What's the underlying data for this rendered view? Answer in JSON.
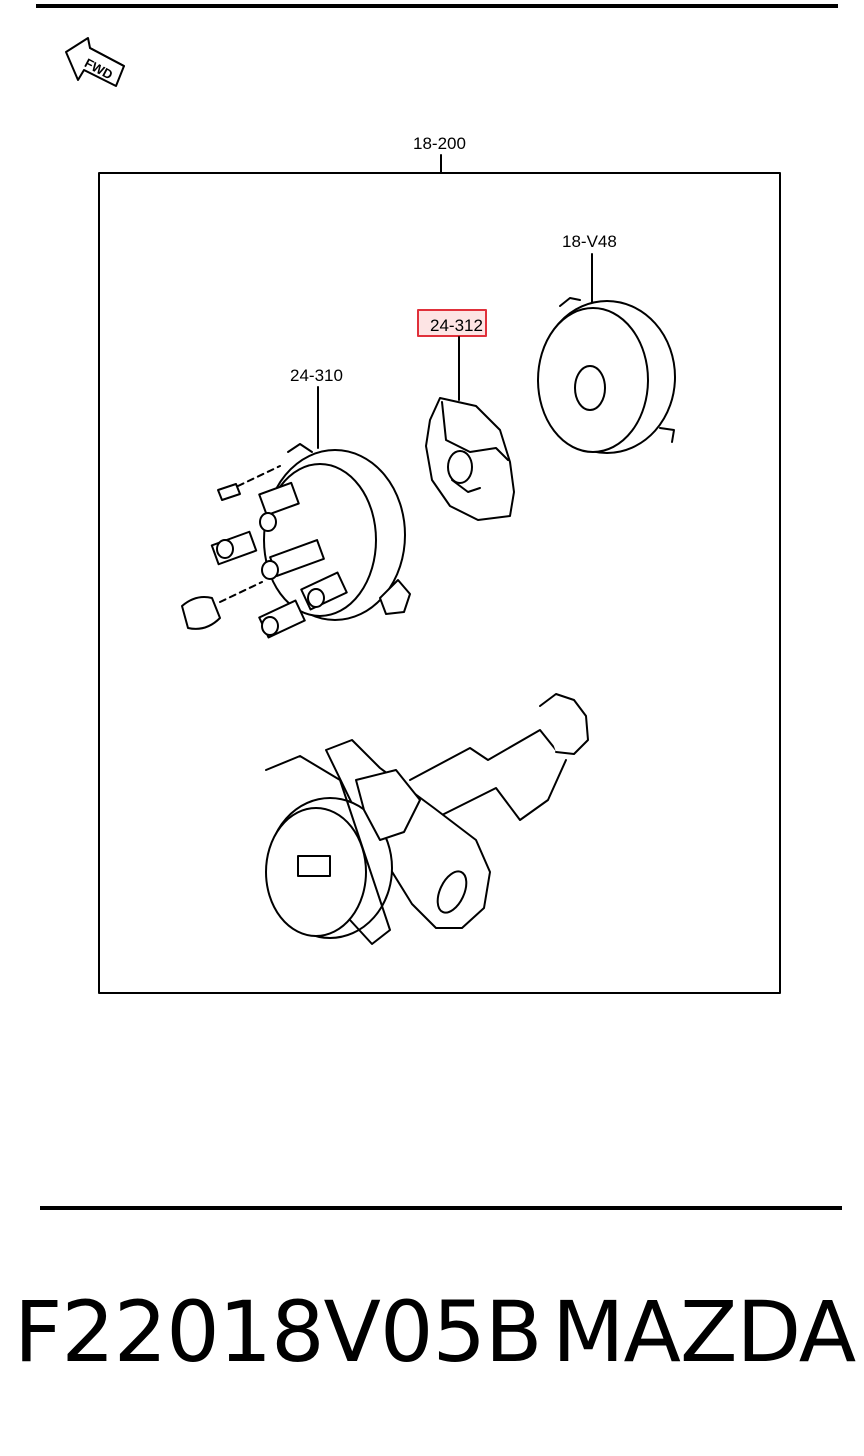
{
  "fwd_label": "FWD",
  "callouts": {
    "assembly": "18-200",
    "cap": "24-310",
    "rotor": "24-312",
    "cover": "18-V48"
  },
  "highlighted_callout": "24-312",
  "highlight_color": "#e0303a",
  "footer": {
    "part_number": "F22018V05B",
    "brand": "MAZDA"
  }
}
